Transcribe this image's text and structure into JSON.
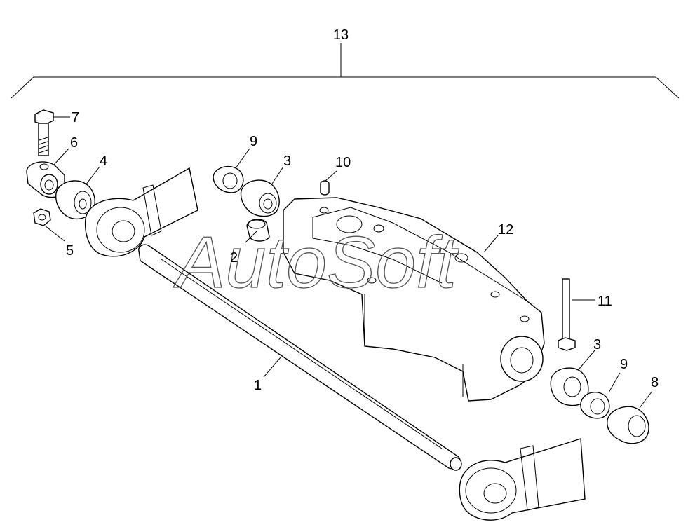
{
  "watermark": "AutoSoft",
  "callouts": {
    "c1": "1",
    "c2": "2",
    "c3a": "3",
    "c3b": "3",
    "c4": "4",
    "c5": "5",
    "c6": "6",
    "c7": "7",
    "c8": "8",
    "c9a": "9",
    "c9b": "9",
    "c10": "10",
    "c11": "11",
    "c12": "12",
    "c13": "13"
  }
}
